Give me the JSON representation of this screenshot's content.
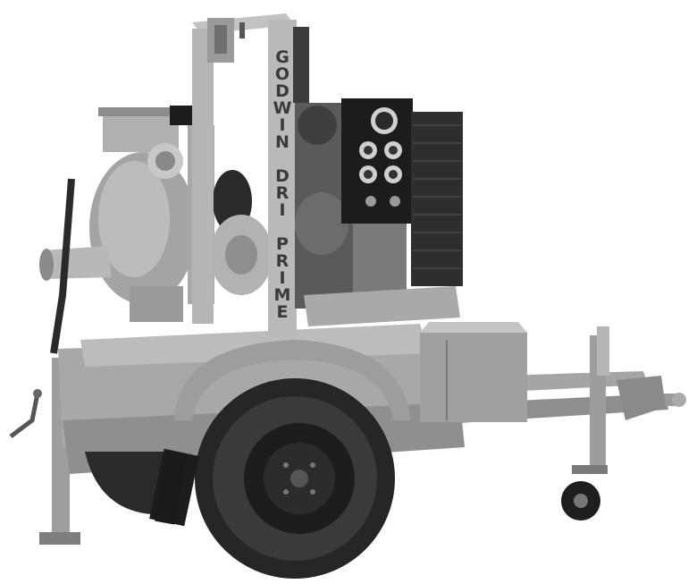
{
  "mast_text": [
    "G",
    "O",
    "D",
    "W",
    "I",
    "N",
    " ",
    "D",
    "R",
    "I",
    " ",
    "P",
    "R",
    "I",
    "M",
    "E"
  ],
  "colors": {
    "background": "#ffffff",
    "body": "#9a9a9a",
    "body_light": "#b8b8b8",
    "body_dark": "#6e6e6e",
    "shadow": "#4a4a4a",
    "black": "#1a1a1a",
    "tire": "#2b2b2b"
  }
}
